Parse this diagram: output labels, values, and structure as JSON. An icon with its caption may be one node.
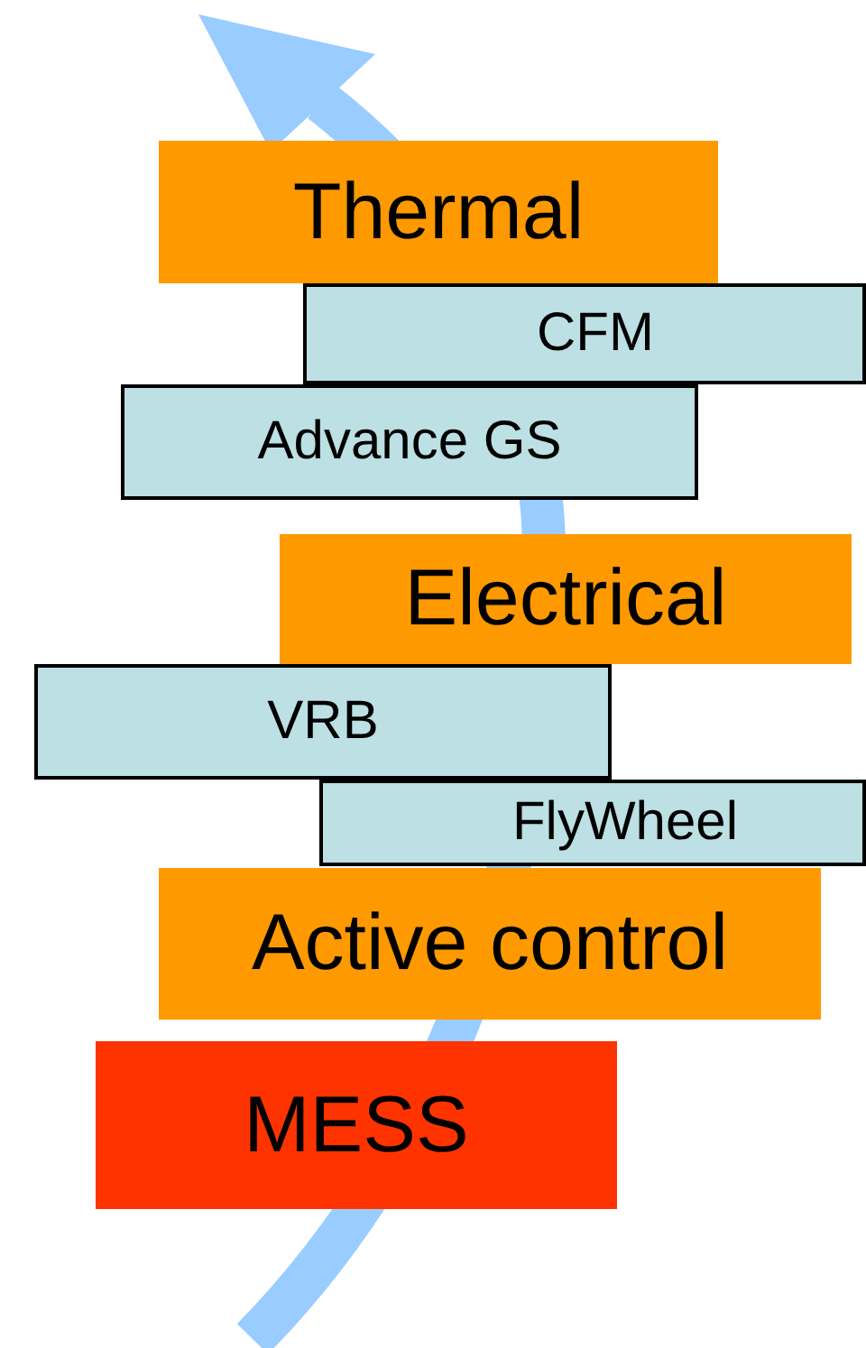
{
  "diagram": {
    "nodes": [
      {
        "text": [
          "Thermal"
        ]
      },
      {
        "text": [
          "CFM"
        ]
      },
      {
        "text": [
          "Advance GS"
        ]
      },
      {
        "text": [
          "Electrical"
        ]
      },
      {
        "text": [
          "VRB"
        ]
      },
      {
        "text": [
          "FlyWheel"
        ]
      },
      {
        "text": [
          "Active control"
        ]
      },
      {
        "text": [
          "MESS"
        ]
      }
    ]
  }
}
